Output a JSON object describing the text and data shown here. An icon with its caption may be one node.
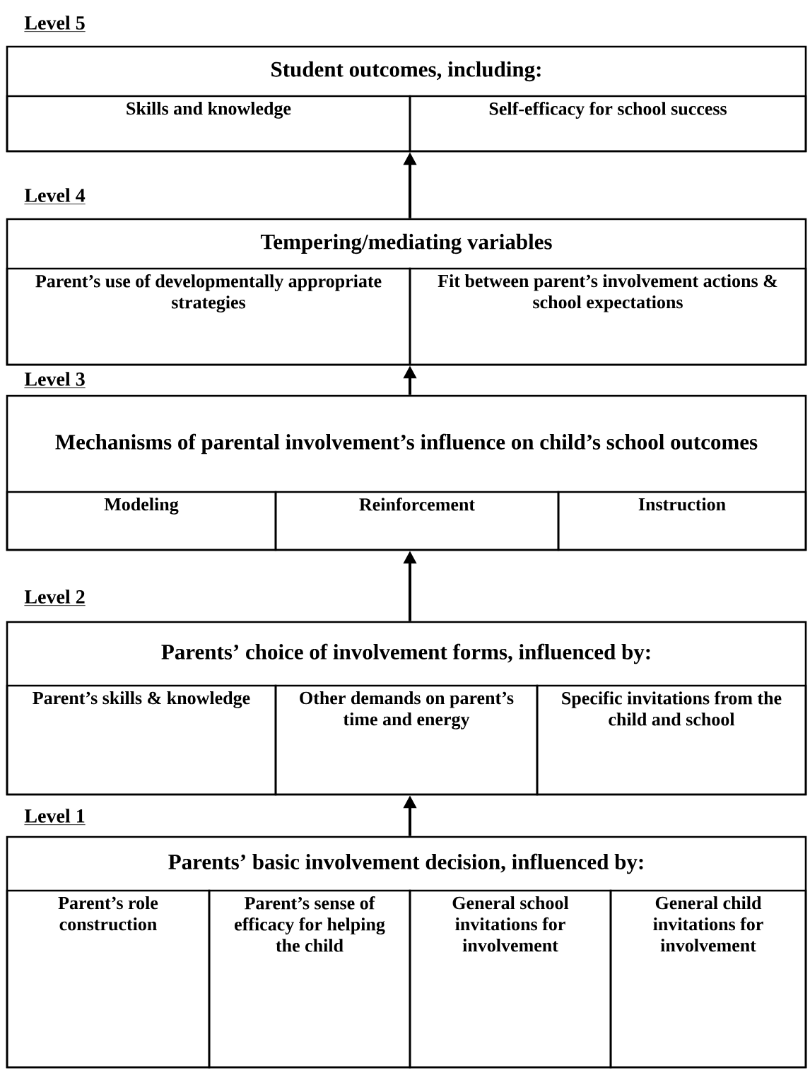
{
  "diagram": {
    "nodes": [
      {
        "text": [
          "Student outcomes, including:"
        ]
      },
      {
        "text": [
          "Skills and knowledge"
        ],
        "in": 0
      },
      {
        "text": [
          "Self-efficacy for school success"
        ],
        "in": 0
      },
      {
        "text": [
          "Tempering/mediating variables"
        ]
      },
      {
        "text": [
          "Parent’s use of developmentally appropriate strategies"
        ],
        "in": 3
      },
      {
        "text": [
          "Fit between parent’s involvement actions & school expectations"
        ],
        "in": 3
      },
      {
        "text": [
          "Mechanisms of parental involvement’s influence on child’s school outcomes"
        ]
      },
      {
        "text": [
          "Modeling"
        ],
        "in": 6
      },
      {
        "text": [
          "Reinforcement"
        ],
        "in": 6
      },
      {
        "text": [
          "Instruction"
        ],
        "in": 6
      },
      {
        "text": [
          "Parents’ choice of involvement forms, influenced by:"
        ]
      },
      {
        "text": [
          "Parent’s skills & knowledge"
        ],
        "in": 10
      },
      {
        "text": [
          "Other demands on parent’s time and energy"
        ],
        "in": 10
      },
      {
        "text": [
          "Specific invitations from the child and school"
        ],
        "in": 10
      },
      {
        "text": [
          "Parents’ basic involvement decision, influenced by:"
        ]
      },
      {
        "text": [
          "Parent’s role construction"
        ],
        "in": 14
      },
      {
        "text": [
          "Parent’s sense of efficacy for helping the child"
        ],
        "in": 14
      },
      {
        "text": [
          "General school invitations for involvement"
        ],
        "in": 14
      },
      {
        "text": [
          "General child invitations for involvement"
        ],
        "in": 14
      }
    ],
    "edges": [
      {
        "from": 14,
        "to": 10,
        "arrow": "to"
      },
      {
        "from": 10,
        "to": 6,
        "arrow": "to"
      },
      {
        "from": 6,
        "to": 3,
        "arrow": "to"
      },
      {
        "from": 3,
        "to": 0,
        "arrow": "to"
      }
    ],
    "labels": [
      "Level 5",
      "Level 4",
      "Level 3",
      "Level 2",
      "Level 1"
    ]
  }
}
